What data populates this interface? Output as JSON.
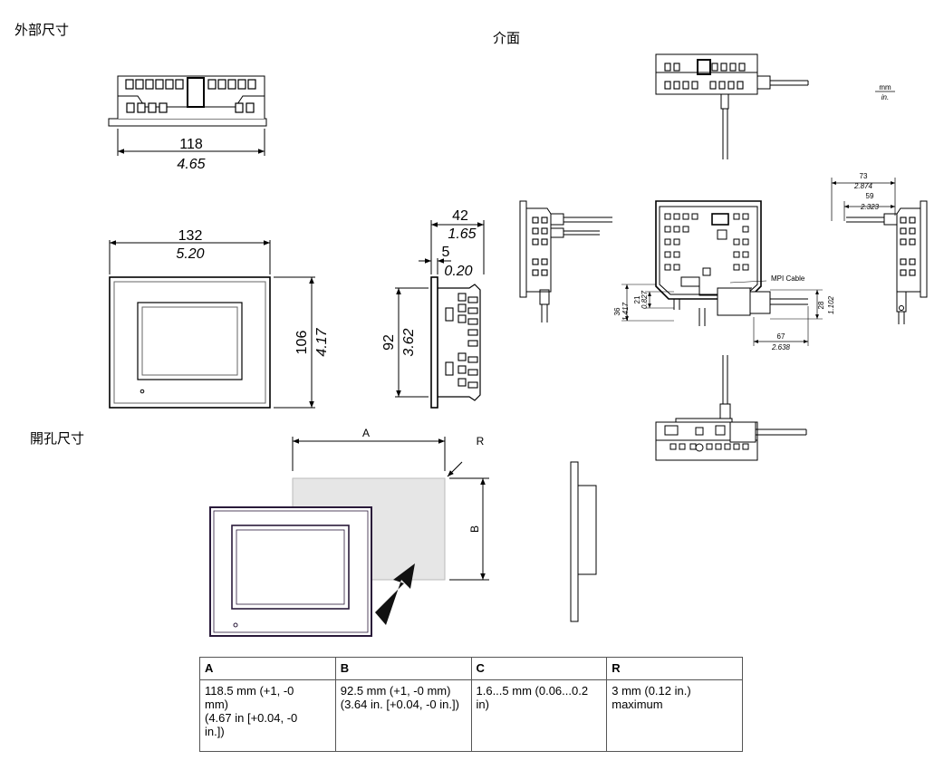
{
  "headings": {
    "outer": "外部尺寸",
    "interface": "介面",
    "cutout": "開孔尺寸"
  },
  "units": {
    "top": "mm",
    "bottom": "in."
  },
  "front_top": {
    "mm": "118",
    "in": "4.65"
  },
  "front": {
    "width_mm": "132",
    "width_in": "5.20",
    "height_mm": "106",
    "height_in": "4.17"
  },
  "side": {
    "depth_mm": "42",
    "depth_in": "1.65",
    "bezel_mm": "5",
    "bezel_in": "0.20",
    "height_mm": "92",
    "height_in": "3.62"
  },
  "interface": {
    "d73": "73",
    "d73_in": "2.874",
    "d59": "59",
    "d59_in": "2.323",
    "d36": "36",
    "d36_in": "1.417",
    "d21": "21",
    "d21_in": "0.827",
    "d28": "28",
    "d28_in": "1.102",
    "d67": "67",
    "d67_in": "2.638",
    "cable": "MPI Cable"
  },
  "cutout": {
    "label_a": "A",
    "label_b": "B",
    "label_r": "R"
  },
  "table": {
    "headers": [
      "A",
      "B",
      "C",
      "R"
    ],
    "cells": [
      [
        "118.5 mm (+1, -0",
        "mm)",
        "(4.67 in [+0.04, -0",
        "in.])"
      ],
      [
        "92.5 mm (+1, -0 mm)",
        "(3.64 in. [+0.04, -0 in.])"
      ],
      [
        "1.6...5 mm (0.06...0.2",
        "in)"
      ],
      [
        "3 mm (0.12 in.)",
        "maximum"
      ]
    ]
  }
}
